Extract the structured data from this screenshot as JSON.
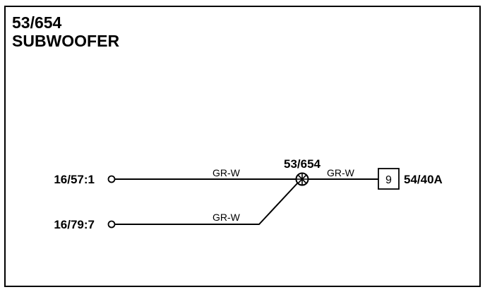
{
  "header": {
    "code": "53/654",
    "name": "SUBWOOFER"
  },
  "diagram": {
    "inputs": [
      {
        "label": "16/57:1",
        "wire_color": "GR-W"
      },
      {
        "label": "16/79:7",
        "wire_color": "GR-W"
      }
    ],
    "splice": {
      "label": "53/654"
    },
    "output_wire_color": "GR-W",
    "connector": {
      "pin": "9",
      "label": "54/40A"
    }
  },
  "colors": {
    "line": "#000000",
    "background": "#ffffff"
  }
}
